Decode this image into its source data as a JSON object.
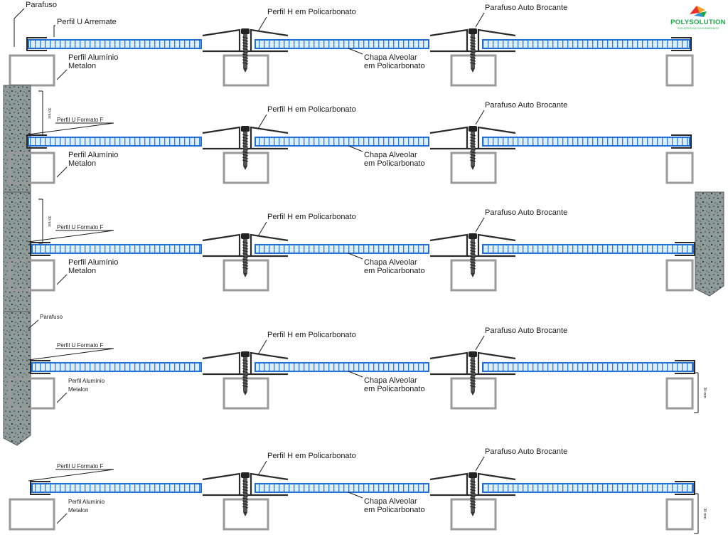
{
  "brand": {
    "name": "POLYSOLUTION",
    "tagline": "SOLUÇÕES EM POLICARBONATO",
    "colors": [
      "#1fa84a",
      "#e8312a",
      "#f6a21a",
      "#2a8fd8"
    ]
  },
  "labels": {
    "parafuso": "Parafuso",
    "perfil_u_arremate": "Perfil U Arremate",
    "perfil_u_formato_f": "Perfil U Formato F",
    "perfil_h": "Perfil H em Policarbonato",
    "parafuso_auto_brocante": "Parafuso Auto Brocante",
    "chapa_1": "Chapa Alveolar",
    "chapa_2": "em Policarbonato",
    "perfil_aluminio": "Perfil Alumínio",
    "metalon": "Metalon",
    "dimension": "30 mm"
  },
  "colors": {
    "panel_border": "#1f6fd6",
    "panel_fill": "#d9ecfb",
    "profile": "#2a2a2a",
    "metalon": "#9a9a9a",
    "wall": "#8a9a96",
    "screw": "#3a3a3a"
  }
}
